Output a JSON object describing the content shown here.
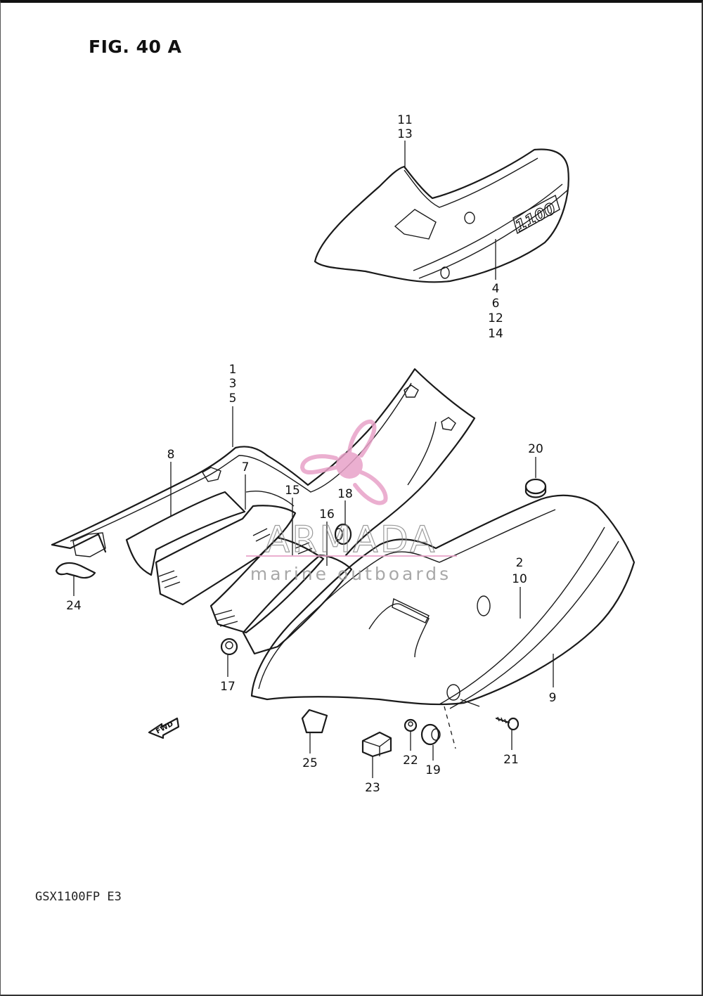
{
  "figure": {
    "title": "FIG. 40 A",
    "model_code": "GSX1100FP  E3"
  },
  "callouts": {
    "c_11_13": [
      "11",
      "13"
    ],
    "c_4_6_12_14": [
      "4",
      "6",
      "12",
      "14"
    ],
    "c_1_3_5": [
      "1",
      "3",
      "5"
    ],
    "c_8": "8",
    "c_7": "7",
    "c_15": "15",
    "c_16": "16",
    "c_18": "18",
    "c_20": "20",
    "c_2_10": [
      "2",
      "10"
    ],
    "c_9": "9",
    "c_24": "24",
    "c_17": "17",
    "c_25": "25",
    "c_23": "23",
    "c_22": "22",
    "c_19": "19",
    "c_21": "21"
  },
  "emblems": {
    "badge_text": "1100",
    "fwd_text": "FWD"
  },
  "watermark": {
    "brand": "ARMADA",
    "tagline": "marine outboards",
    "color": "#e8a2c8"
  }
}
